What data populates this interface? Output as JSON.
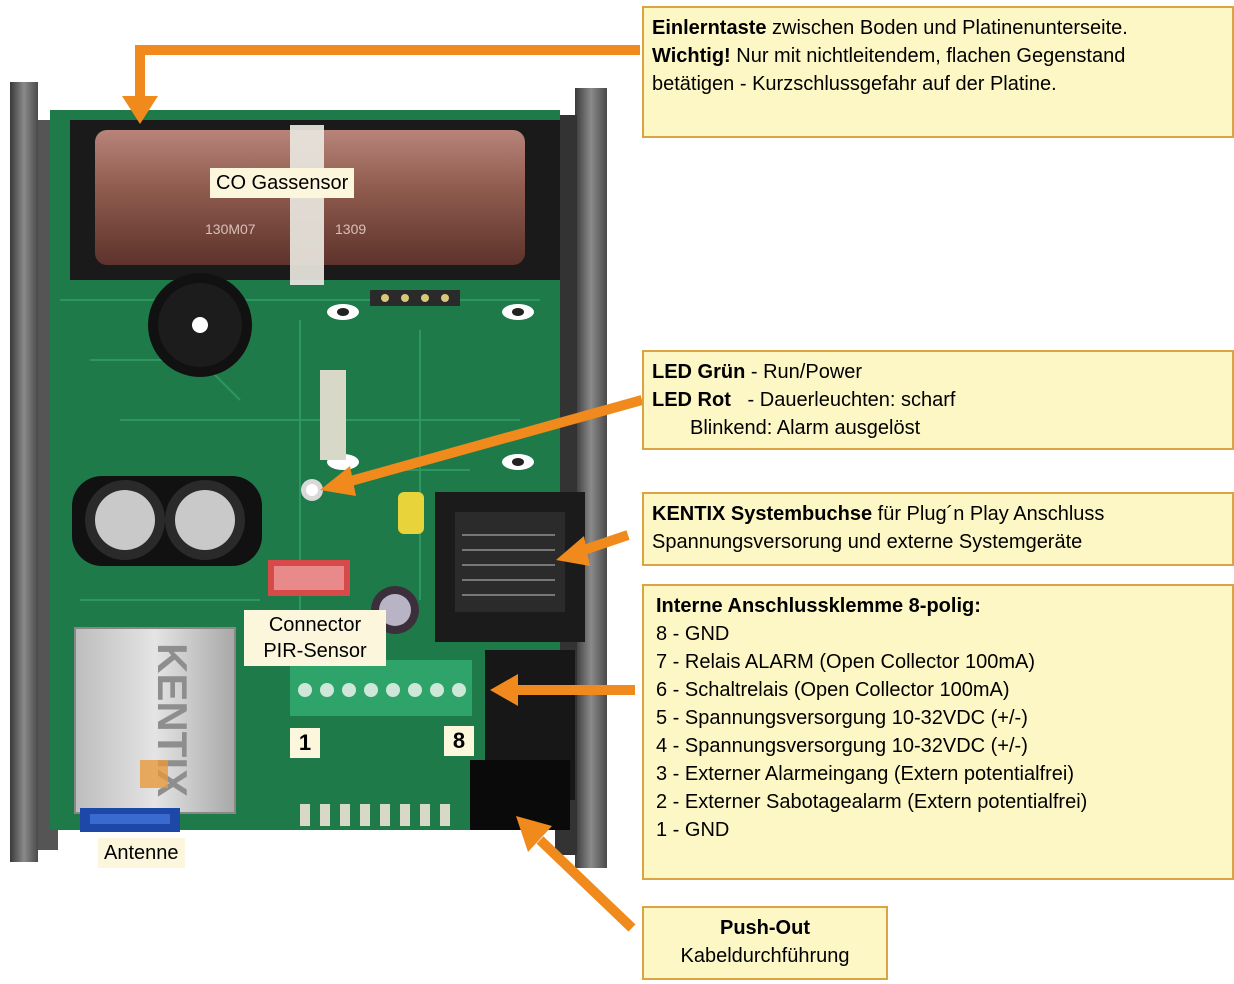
{
  "callouts": {
    "einlern": {
      "bold": "Einlerntaste",
      "text1": " zwischen Boden und Platinenunterseite.",
      "bold2": "Wichtig!",
      "text2": " Nur mit nichtleitendem, flachen Gegenstand",
      "text3": "betätigen - Kurzschlussgefahr auf der Platine."
    },
    "led": {
      "green_bold": "LED Grün",
      "green_text": " - Run/Power",
      "red_bold": "LED Rot",
      "red_text": "   - Dauerleuchten: scharf",
      "blink": "Blinkend: Alarm ausgelöst"
    },
    "kentix": {
      "bold": "KENTIX Systembuchse",
      "text": " für Plug´n Play Anschluss",
      "line2": "Spannungsversorung und externe Systemgeräte"
    },
    "terminal": {
      "title": "Interne Anschlussklemme 8-polig:",
      "pins": [
        "8 - GND",
        "7 - Relais ALARM (Open Collector 100mA)",
        "6 - Schaltrelais (Open Collector 100mA)",
        "5 - Spannungsversorgung 10-32VDC (+/-)",
        "4 - Spannungsversorgung 10-32VDC (+/-)",
        "3 - Externer Alarmeingang (Extern potentialfrei)",
        "2 - Externer Sabotagealarm (Extern potentialfrei)",
        "1 - GND"
      ]
    },
    "pushout": {
      "title": "Push-Out",
      "sub": "Kabeldurchführung"
    }
  },
  "labels": {
    "co_sensor": "CO Gassensor",
    "connector_line1": "Connector",
    "connector_line2": "PIR-Sensor",
    "antenne": "Antenne",
    "pin_first": "1",
    "pin_last": "8"
  },
  "pcb_marks": {
    "sensor_code": "130M07",
    "sensor_num": "1309",
    "module_brand": "KENTIX"
  },
  "colors": {
    "arrow": "#f08a1c",
    "pcb": "#1f7a4a",
    "callout_bg": "#fdf7c6",
    "callout_border": "#d9a441"
  }
}
